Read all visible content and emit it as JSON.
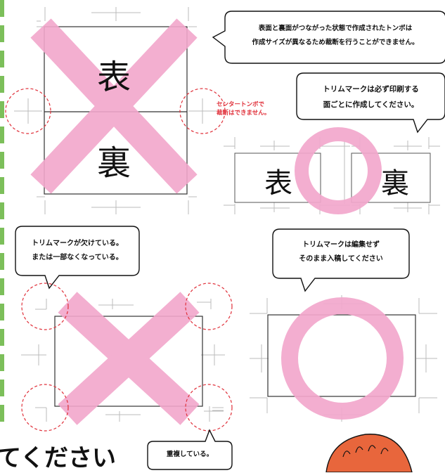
{
  "labels": {
    "front": "表",
    "back": "裏"
  },
  "notes": {
    "center_trim": [
      "センタートンボで",
      "裁断はできません。"
    ]
  },
  "bubbles": {
    "connected": [
      "表面と裏面がつながった状態で作成されたトンボは",
      "作成サイズが異なるため裁断を行うことができません。"
    ],
    "each_side": [
      "トリムマークは必ず印刷する",
      "面ごとに作成してください。"
    ],
    "missing": [
      "トリムマークが欠けている。",
      "または一部なくなっている。"
    ],
    "do_not_edit": [
      "トリムマークは編集せず",
      "そのまま入稿してください"
    ],
    "overlap": [
      "重複している。"
    ]
  },
  "heading": {
    "text": "てください"
  },
  "colors": {
    "cross": "#f2a7cc",
    "circle_ok": "#f2a7cc",
    "dashed_ring": "#e0303a",
    "sidebar_stripe": "#7cbf5a",
    "hair": "#e8663c"
  },
  "icons": {
    "bad_mark": "cross-x-icon",
    "good_mark": "circle-o-icon"
  }
}
